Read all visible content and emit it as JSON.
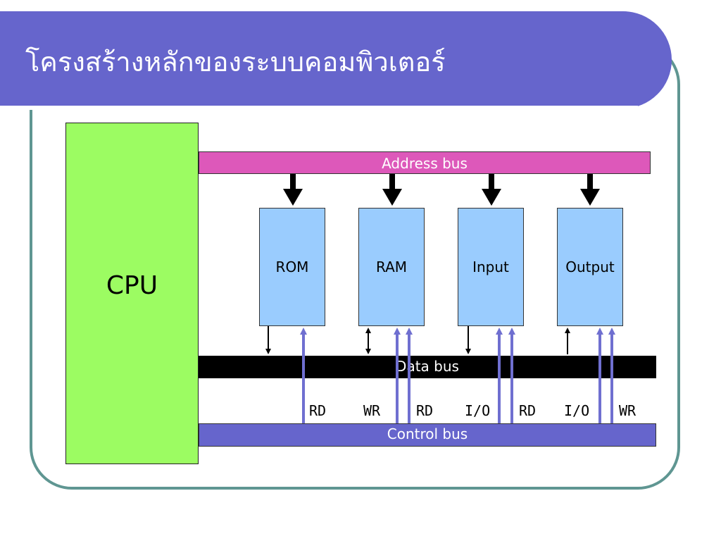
{
  "slide": {
    "title": "โครงสร้างหลักของระบบคอมพิวเตอร์"
  },
  "diagram": {
    "cpu_label": "CPU",
    "address_bus_label": "Address bus",
    "data_bus_label": "Data bus",
    "control_bus_label": "Control bus",
    "modules": [
      "ROM",
      "RAM",
      "Input",
      "Output"
    ],
    "signals": [
      "RD",
      "WR",
      "RD",
      "I/O",
      "RD",
      "I/O",
      "WR"
    ]
  },
  "colors": {
    "title_band": "#6665cc",
    "frame": "#5f9692",
    "cpu": "#9cfc62",
    "address_bus": "#dd58ba",
    "data_bus": "#000000",
    "control_bus": "#6665cc",
    "module": "#9accfe",
    "control_line": "#6f6fd0"
  }
}
